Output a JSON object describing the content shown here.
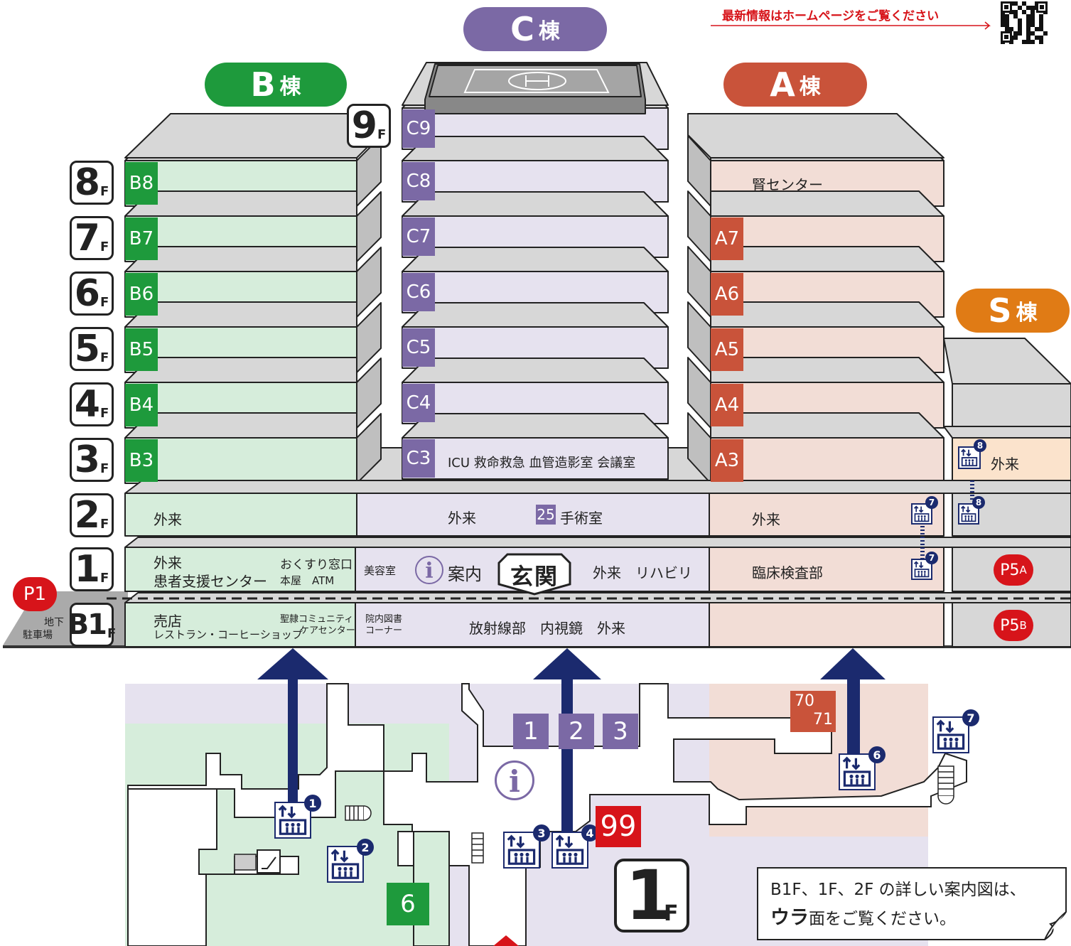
{
  "header": {
    "notice": "最新情報はホームページをご覧ください"
  },
  "buildings": {
    "c": {
      "letter": "C",
      "suffix": "棟",
      "color": "#7b69a5"
    },
    "b": {
      "letter": "B",
      "suffix": "棟",
      "color": "#1e9a3c"
    },
    "a": {
      "letter": "A",
      "suffix": "棟",
      "color": "#c9533a"
    },
    "s": {
      "letter": "S",
      "suffix": "棟",
      "color": "#e07b15"
    }
  },
  "floors": [
    {
      "n": "9",
      "f": "F"
    },
    {
      "n": "8",
      "f": "F"
    },
    {
      "n": "7",
      "f": "F"
    },
    {
      "n": "6",
      "f": "F"
    },
    {
      "n": "5",
      "f": "F"
    },
    {
      "n": "4",
      "f": "F"
    },
    {
      "n": "3",
      "f": "F"
    },
    {
      "n": "2",
      "f": "F"
    },
    {
      "n": "1",
      "f": "F"
    },
    {
      "n": "B1",
      "f": "F"
    }
  ],
  "floor_tags": {
    "b": [
      "B8",
      "B7",
      "B6",
      "B5",
      "B4",
      "B3"
    ],
    "c": [
      "C9",
      "C8",
      "C7",
      "C6",
      "C5",
      "C4",
      "C3"
    ],
    "a": [
      "A7",
      "A6",
      "A5",
      "A4",
      "A3"
    ]
  },
  "labels": {
    "a8": "腎センター",
    "c3": "ICU 救命救急 血管造影室 会議室",
    "s3": "外来",
    "b2": "外来",
    "c2": "外来",
    "c2_num": "25",
    "c2_room": "手術室",
    "a2": "外来",
    "b1_1": "外来",
    "b1_2": "患者支援センター",
    "b1_3": "おくすり窓口",
    "b1_4": "本屋　ATM",
    "c1_biyo": "美容室",
    "c1_annai": "案内",
    "c1_genkan": "玄関",
    "c1_rest": "外来　リハビリ",
    "a1": "臨床検査部",
    "bb1_1": "売店",
    "bb1_2": "レストラン・コーヒーショップ",
    "bb1_3": "聖隷コミュニティ",
    "bb1_4": "ケアセンター",
    "bb1_5": "院内図書",
    "bb1_6": "コーナー",
    "cb1": "放射線部　内視鏡　外来",
    "parking_1": "地下",
    "parking_2": "駐車場"
  },
  "parking": {
    "p1": "P1",
    "p5a": "P5",
    "p5a_sub": "A",
    "p5b": "P5",
    "p5b_sub": "B"
  },
  "elevators": [
    "1",
    "2",
    "3",
    "4",
    "6",
    "7",
    "8"
  ],
  "map_numbers": {
    "n1": "1",
    "n2": "2",
    "n3": "3",
    "n6": "6",
    "n70": "70",
    "n71": "71",
    "n99": "99"
  },
  "floor_badge": {
    "n": "1",
    "f": "F"
  },
  "note": {
    "line1": "B1F、1F、2F の詳しい案内図は、",
    "bold": "ウラ",
    "line2": "面をご覧ください。"
  },
  "colors": {
    "b_fill": "#d6eddb",
    "c_fill": "#e6e2ef",
    "a_fill": "#f2ddd6",
    "s_fill": "#fbe3cc",
    "roof": "#d7d7d7",
    "arrow": "#1b2a6e",
    "red": "#d7141a"
  }
}
